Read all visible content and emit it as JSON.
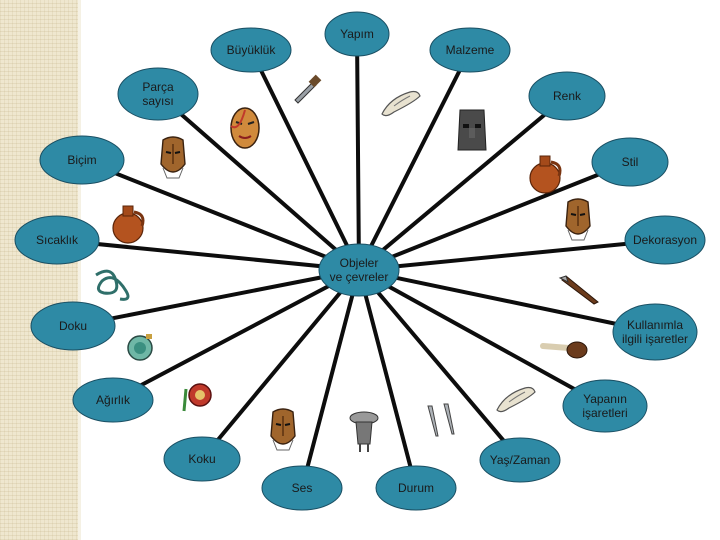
{
  "diagram": {
    "center": {
      "lines": [
        "Objeler",
        "ve çevreler"
      ]
    },
    "nodes": [
      {
        "id": "yapim",
        "lines": [
          "Yapım"
        ]
      },
      {
        "id": "malzeme",
        "lines": [
          "Malzeme"
        ]
      },
      {
        "id": "renk",
        "lines": [
          "Renk"
        ]
      },
      {
        "id": "stil",
        "lines": [
          "Stil"
        ]
      },
      {
        "id": "dekorasyon",
        "lines": [
          "Dekorasyon"
        ]
      },
      {
        "id": "kullanimla",
        "lines": [
          "Kullanımla",
          "ilgili işaretler"
        ]
      },
      {
        "id": "yapanin",
        "lines": [
          "Yapanın",
          "işaretleri"
        ]
      },
      {
        "id": "yas-zaman",
        "lines": [
          "Yaş/Zaman"
        ]
      },
      {
        "id": "durum",
        "lines": [
          "Durum"
        ]
      },
      {
        "id": "ses",
        "lines": [
          "Ses"
        ]
      },
      {
        "id": "koku",
        "lines": [
          "Koku"
        ]
      },
      {
        "id": "agirlik",
        "lines": [
          "Ağırlık"
        ]
      },
      {
        "id": "doku",
        "lines": [
          "Doku"
        ]
      },
      {
        "id": "sicaklik",
        "lines": [
          "Sıcaklık"
        ]
      },
      {
        "id": "bicim",
        "lines": [
          "Biçim"
        ]
      },
      {
        "id": "parca-sayisi",
        "lines": [
          "Parça",
          "sayısı"
        ]
      },
      {
        "id": "buyukluk",
        "lines": [
          "Büyüklük"
        ]
      }
    ],
    "icons": [
      "dagger-icon",
      "carved-bone-icon",
      "painted-mask-icon",
      "moai-head-icon",
      "tribal-mask-icon",
      "clay-jug-icon",
      "clay-jug-icon",
      "tribal-mask-icon",
      "knot-ornament-icon",
      "sheathed-knife-icon",
      "brooch-icon",
      "drumstick-icon",
      "yoyo-icon",
      "carved-bone-icon",
      "tribal-mask-icon",
      "mask-figure-icon",
      "dagger-pair-icon"
    ],
    "colors": {
      "node_fill": "#2e8aa5",
      "node_stroke": "#1a4f63",
      "spoke": "#0d0d0d",
      "text": "#1a1a1a"
    }
  }
}
